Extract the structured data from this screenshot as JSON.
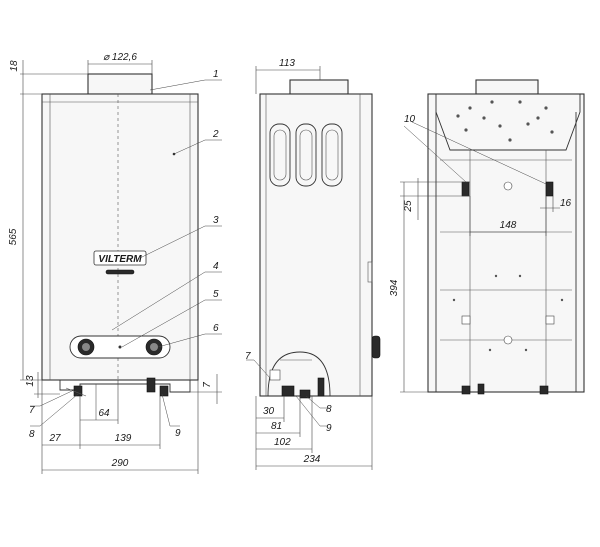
{
  "dimensions": {
    "front_top_offset": "18",
    "flue_diameter": "⌀ 122,6",
    "front_height": "565",
    "front_bottom_offset": "13",
    "front_right_offset": "7",
    "front_64": "64",
    "front_27": "27",
    "front_139": "139",
    "front_width": "290",
    "side_flue": "113",
    "side_30": "30",
    "side_81": "81",
    "side_102": "102",
    "side_depth": "234",
    "back_25": "25",
    "back_16": "16",
    "back_148": "148",
    "back_394": "394"
  },
  "brand": "VILTERM",
  "callouts": {
    "c1": "1",
    "c2": "2",
    "c3": "3",
    "c4": "4",
    "c5": "5",
    "c6": "6",
    "c7a": "7",
    "c8a": "8",
    "c9a": "9",
    "c7b": "7",
    "c8b": "8",
    "c9b": "9",
    "c10": "10"
  },
  "colors": {
    "line": "#333333",
    "body_fill": "#f7f7f7",
    "accent_dark": "#2a2a2a"
  }
}
